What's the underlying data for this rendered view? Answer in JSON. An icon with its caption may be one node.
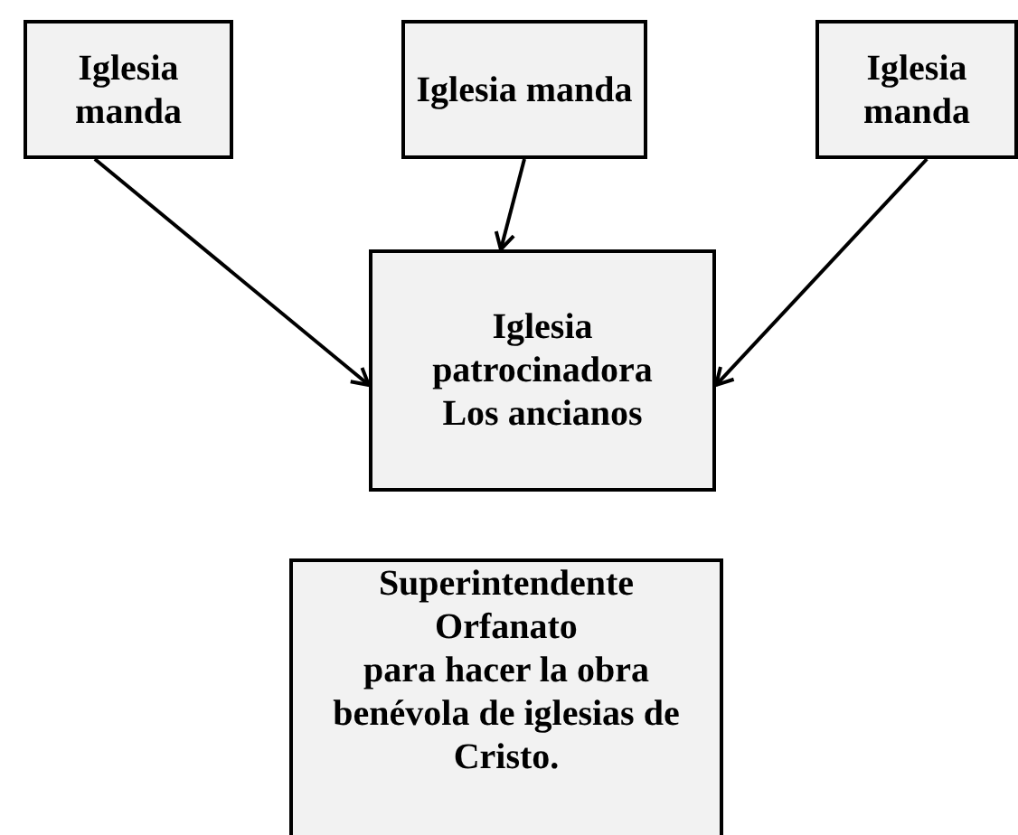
{
  "diagram": {
    "nodes": [
      {
        "text": [
          "Iglesia manda"
        ]
      },
      {
        "text": [
          "Iglesia manda"
        ]
      },
      {
        "text": [
          "Iglesia manda"
        ]
      },
      {
        "text": [
          "Iglesia patrocinadora",
          "Los ancianos"
        ]
      },
      {
        "text": [
          "Superintendente",
          "Orfanato",
          "para hacer la obra benévola de iglesias de Cristo."
        ]
      }
    ],
    "edges": [
      {
        "from": 0,
        "to": 3,
        "arrow": "to"
      },
      {
        "from": 1,
        "to": 3,
        "arrow": "to"
      },
      {
        "from": 2,
        "to": 3,
        "arrow": "to"
      }
    ]
  }
}
